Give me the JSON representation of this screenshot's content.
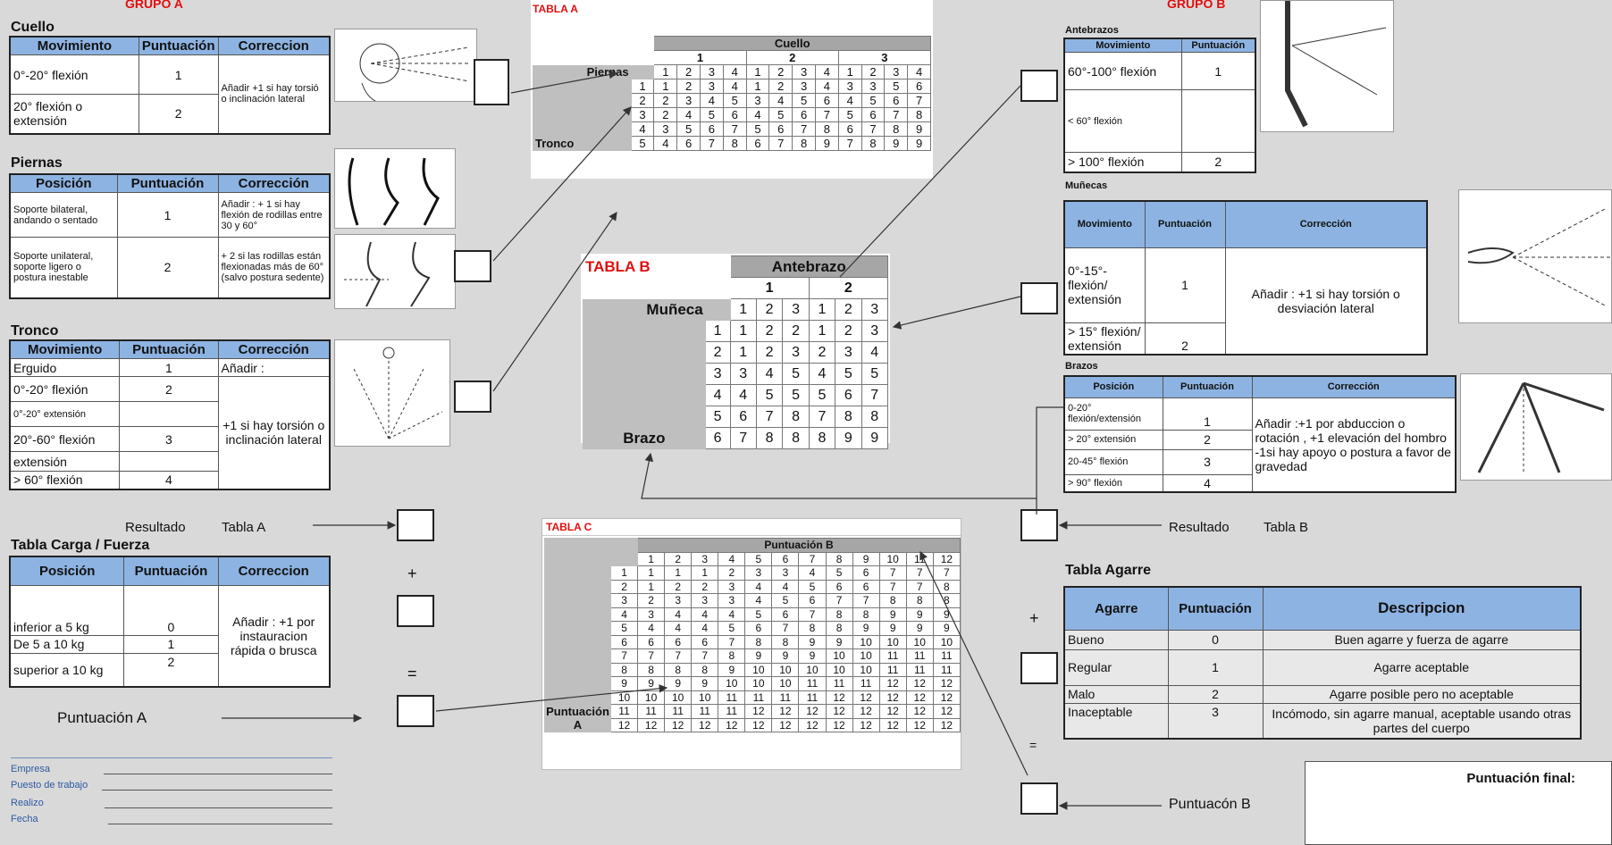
{
  "grupoA": {
    "title": "GRUPO A",
    "cuello": {
      "title": "Cuello",
      "cols": [
        "Movimiento",
        "Puntuación",
        "Correccion"
      ],
      "rows": [
        [
          "0°-20° flexión",
          "1"
        ],
        [
          "20° flexión o extensión",
          "2"
        ]
      ],
      "correction": "Añadir +1 si hay torsió o inclinación lateral"
    },
    "piernas": {
      "title": "Piernas",
      "cols": [
        "Posición",
        "Puntuación",
        "Corrección"
      ],
      "rows": [
        [
          "Soporte bilateral, andando o sentado",
          "1",
          "Añadir : + 1 si hay flexión de rodillas entre 30 y 60°"
        ],
        [
          "Soporte unilateral, soporte ligero o postura inestable",
          "2",
          "+ 2 si las rodillas están flexionadas más de 60° (salvo postura sedente)"
        ]
      ]
    },
    "tronco": {
      "title": "Tronco",
      "cols": [
        "Movimiento",
        "Puntuación",
        "Corrección"
      ],
      "rows": [
        [
          "Erguido",
          "1"
        ],
        [
          "0°-20° flexión",
          "2"
        ],
        [
          "0°-20° extensión",
          ""
        ],
        [
          "20°-60° flexión",
          "3"
        ],
        [
          "extensión",
          ""
        ],
        [
          "> 60° flexión",
          "4"
        ]
      ],
      "correction_head": "Añadir :",
      "correction": "+1 si hay torsión o inclinación lateral"
    },
    "resultado": "Resultado",
    "tabla_a_ref": "Tabla A",
    "carga": {
      "title": "Tabla Carga / Fuerza",
      "cols": [
        "Posición",
        "Puntuación",
        "Correccion"
      ],
      "rows": [
        [
          "inferior a 5 kg",
          "0"
        ],
        [
          "De 5 a 10 kg",
          "1"
        ],
        [
          "superior a 10 kg",
          "2"
        ]
      ],
      "correction": "Añadir : +1 por instauracion rápida o brusca"
    },
    "puntuacion_a": "Puntuación A",
    "plus": "+",
    "equals": "="
  },
  "footer": {
    "empresa": "Empresa",
    "puesto": "Puesto de trabajo",
    "realizo": "Realizo",
    "fecha": "Fecha"
  },
  "tablaA": {
    "title": "TABLA A",
    "cuello": "Cuello",
    "cuello_groups": [
      "1",
      "2",
      "3"
    ],
    "piernas": "Piernas",
    "tronco": "Tronco",
    "header": [
      "1",
      "2",
      "3",
      "4",
      "1",
      "2",
      "3",
      "4",
      "1",
      "2",
      "3",
      "4"
    ],
    "rows": [
      [
        "1",
        "1",
        "2",
        "3",
        "4",
        "1",
        "2",
        "3",
        "4",
        "3",
        "3",
        "5",
        "6"
      ],
      [
        "2",
        "2",
        "3",
        "4",
        "5",
        "3",
        "4",
        "5",
        "6",
        "4",
        "5",
        "6",
        "7"
      ],
      [
        "3",
        "2",
        "4",
        "5",
        "6",
        "4",
        "5",
        "6",
        "7",
        "5",
        "6",
        "7",
        "8"
      ],
      [
        "4",
        "3",
        "5",
        "6",
        "7",
        "5",
        "6",
        "7",
        "8",
        "6",
        "7",
        "8",
        "9"
      ],
      [
        "5",
        "4",
        "6",
        "7",
        "8",
        "6",
        "7",
        "8",
        "9",
        "7",
        "8",
        "9",
        "9"
      ]
    ]
  },
  "tablaB": {
    "title": "TABLA B",
    "antebrazo": "Antebrazo",
    "muneca": "Muñeca",
    "brazo": "Brazo",
    "groups": [
      "1",
      "2"
    ],
    "header": [
      "1",
      "2",
      "3",
      "1",
      "2",
      "3"
    ],
    "rows": [
      [
        "1",
        "1",
        "2",
        "2",
        "1",
        "2",
        "3"
      ],
      [
        "2",
        "1",
        "2",
        "3",
        "2",
        "3",
        "4"
      ],
      [
        "3",
        "3",
        "4",
        "5",
        "4",
        "5",
        "5"
      ],
      [
        "4",
        "4",
        "5",
        "5",
        "5",
        "6",
        "7"
      ],
      [
        "5",
        "6",
        "7",
        "8",
        "7",
        "8",
        "8"
      ],
      [
        "6",
        "7",
        "8",
        "8",
        "8",
        "9",
        "9"
      ]
    ]
  },
  "tablaC": {
    "title": "TABLA C",
    "puntB": "Puntuación B",
    "puntA": "Puntuación A",
    "header": [
      "1",
      "2",
      "3",
      "4",
      "5",
      "6",
      "7",
      "8",
      "9",
      "10",
      "11",
      "12"
    ],
    "rows": [
      [
        "1",
        "1",
        "1",
        "1",
        "2",
        "3",
        "3",
        "4",
        "5",
        "6",
        "7",
        "7",
        "7"
      ],
      [
        "2",
        "1",
        "2",
        "2",
        "3",
        "4",
        "4",
        "5",
        "6",
        "6",
        "7",
        "7",
        "8"
      ],
      [
        "3",
        "2",
        "3",
        "3",
        "3",
        "4",
        "5",
        "6",
        "7",
        "7",
        "8",
        "8",
        "8"
      ],
      [
        "4",
        "3",
        "4",
        "4",
        "4",
        "5",
        "6",
        "7",
        "8",
        "8",
        "9",
        "9",
        "9"
      ],
      [
        "5",
        "4",
        "4",
        "4",
        "5",
        "6",
        "7",
        "8",
        "8",
        "9",
        "9",
        "9",
        "9"
      ],
      [
        "6",
        "6",
        "6",
        "6",
        "7",
        "8",
        "8",
        "9",
        "9",
        "10",
        "10",
        "10",
        "10"
      ],
      [
        "7",
        "7",
        "7",
        "7",
        "8",
        "9",
        "9",
        "9",
        "10",
        "10",
        "11",
        "11",
        "11"
      ],
      [
        "8",
        "8",
        "8",
        "8",
        "9",
        "10",
        "10",
        "10",
        "10",
        "10",
        "11",
        "11",
        "11"
      ],
      [
        "9",
        "9",
        "9",
        "9",
        "10",
        "10",
        "10",
        "11",
        "11",
        "11",
        "12",
        "12",
        "12"
      ],
      [
        "10",
        "10",
        "10",
        "10",
        "11",
        "11",
        "11",
        "11",
        "12",
        "12",
        "12",
        "12",
        "12"
      ],
      [
        "11",
        "11",
        "11",
        "11",
        "11",
        "12",
        "12",
        "12",
        "12",
        "12",
        "12",
        "12",
        "12"
      ],
      [
        "12",
        "12",
        "12",
        "12",
        "12",
        "12",
        "12",
        "12",
        "12",
        "12",
        "12",
        "12",
        "12"
      ]
    ]
  },
  "grupoB": {
    "title": "GRUPO B",
    "antebrazos": {
      "title": "Antebrazos",
      "cols": [
        "Movimiento",
        "Puntuación"
      ],
      "rows": [
        [
          "60°-100° flexión",
          "1"
        ],
        [
          "< 60° flexión",
          ""
        ],
        [
          "> 100° flexión",
          "2"
        ]
      ]
    },
    "munecas": {
      "title": "Muñecas",
      "cols": [
        "Movimiento",
        "Puntuación",
        "Corrección"
      ],
      "rows": [
        [
          "0°-15°- flexión/ extensión",
          "1"
        ],
        [
          "> 15° flexión/ extensión",
          "2"
        ]
      ],
      "correction": "Añadir : +1 si hay torsión o desviación lateral"
    },
    "brazos": {
      "title": "Brazos",
      "cols": [
        "Posición",
        "Puntuación",
        "Corrección"
      ],
      "rows": [
        [
          "0-20° flexión/extensión",
          "1"
        ],
        [
          "> 20° extensión",
          "2"
        ],
        [
          "20-45° flexión",
          "3"
        ],
        [
          "> 90° flexión",
          "4"
        ]
      ],
      "correction": "Añadir :+1 por abduccion o rotación , +1 elevación del hombro -1si hay apoyo o postura a favor de gravedad"
    },
    "resultado": "Resultado",
    "tabla_b_ref": "Tabla B",
    "agarre": {
      "title": "Tabla Agarre",
      "cols": [
        "Agarre",
        "Puntuación",
        "Descripcion"
      ],
      "rows": [
        [
          "Bueno",
          "0",
          "Buen agarre y fuerza de agarre"
        ],
        [
          "Regular",
          "1",
          "Agarre aceptable"
        ],
        [
          "Malo",
          "2",
          "Agarre posible pero no aceptable"
        ],
        [
          "Inaceptable",
          "3",
          "Incómodo, sin agarre manual, aceptable usando otras partes del cuerpo"
        ]
      ]
    },
    "puntuacion_b": "Puntuacón B",
    "plus": "+",
    "equals": "="
  },
  "final": {
    "label": "Puntuación final:"
  }
}
